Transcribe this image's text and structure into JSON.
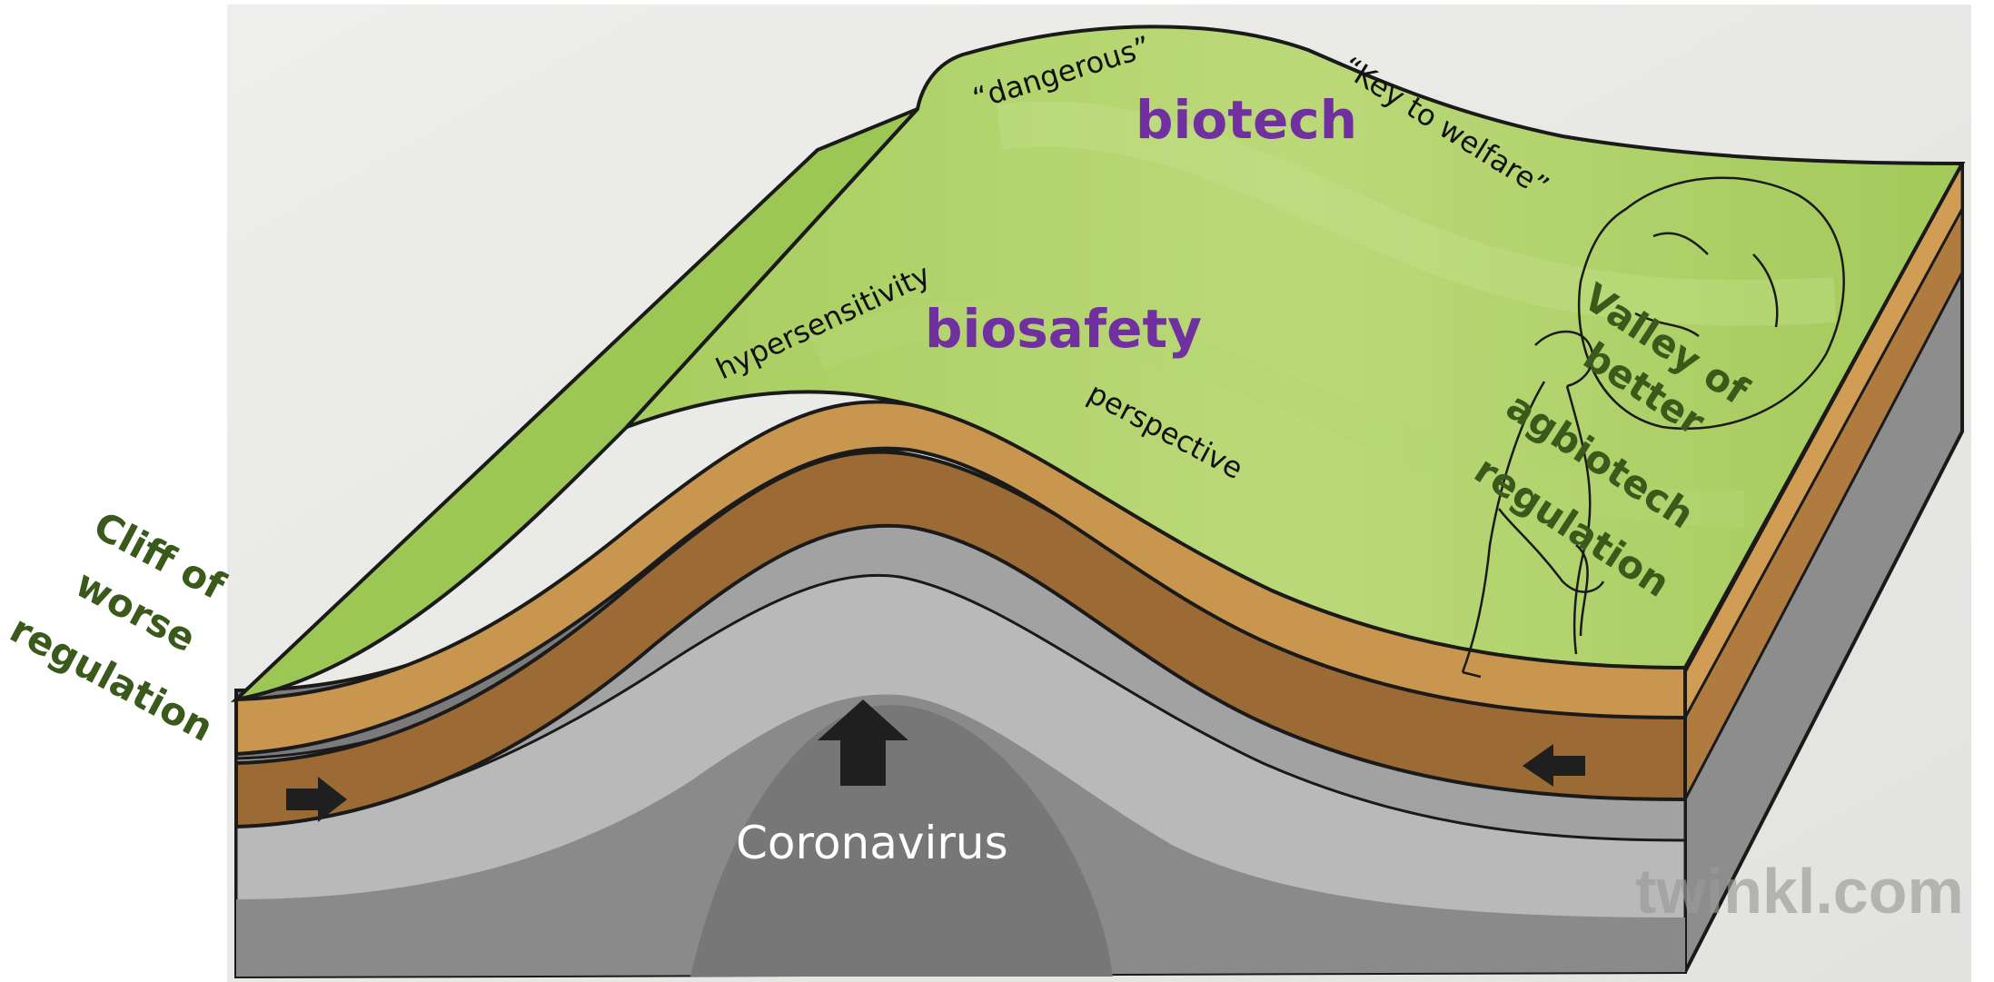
{
  "labels": {
    "dangerous": "“dangerous”",
    "biotech": "biotech",
    "key_to_welfare": "“Key to welfare”",
    "hypersensitivity": "hypersensitivity",
    "biosafety": "biosafety",
    "perspective": "perspective",
    "valley_line1": "Valley of",
    "valley_line2": "better",
    "valley_line3": "agbiotech",
    "valley_line4": "regulation",
    "cliff_line1": "Cliff of",
    "cliff_line2": "worse",
    "cliff_line3": "regulation",
    "coronavirus": "Coronavirus",
    "watermark": "twinkl.com"
  },
  "colors": {
    "grass": "#a9cf62",
    "grass_light": "#c2dd83",
    "purple_text": "#7030a0",
    "green_text": "#3a5a1c",
    "brown_light": "#c8964f",
    "brown_dark": "#9a6a33",
    "rock_light": "#bdbdbd",
    "rock_mid": "#a3a3a3",
    "rock_dark": "#7a7a7a",
    "paper": "#ececea"
  },
  "icons": {
    "up_arrow": "up-arrow-icon",
    "right_arrow": "right-arrow-icon",
    "left_arrow": "left-arrow-icon",
    "boulder_figure": "boulder-figure-icon"
  }
}
